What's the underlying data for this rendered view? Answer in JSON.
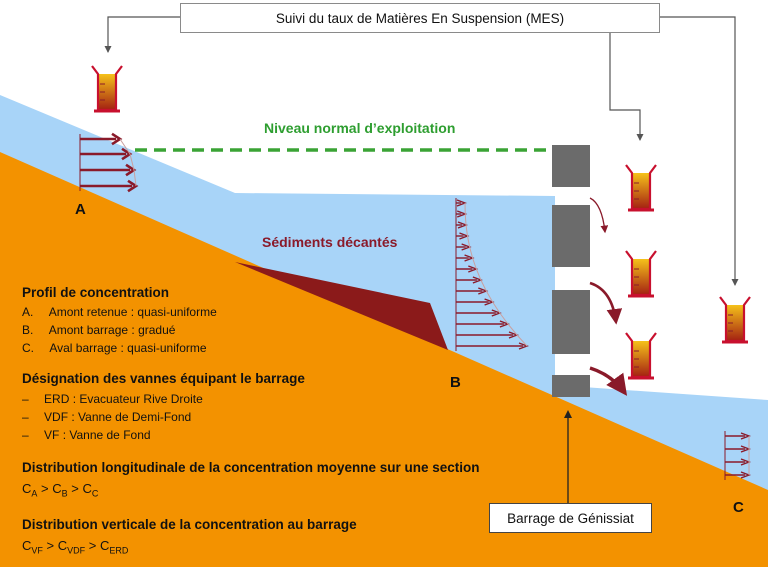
{
  "title": "Suivi du taux de Matières En Suspension (MES)",
  "niveau_label": "Niveau normal d’exploitation",
  "sediments_label": "Sédiments décantés",
  "points": {
    "a": "A",
    "b": "B",
    "c": "C"
  },
  "gates": {
    "erd": "ERD",
    "vdf": "VDF",
    "vf": "VF"
  },
  "barrage_label": "Barrage de Génissiat",
  "legend": {
    "profil": {
      "heading": "Profil de concentration",
      "items": [
        {
          "marker": "A.",
          "text": "Amont retenue : quasi-uniforme"
        },
        {
          "marker": "B.",
          "text": "Amont barrage : gradué"
        },
        {
          "marker": "C.",
          "text": "Aval barrage : quasi-uniforme"
        }
      ]
    },
    "vannes": {
      "heading": "Désignation des vannes équipant le barrage",
      "items": [
        {
          "marker": "–",
          "text": "ERD : Evacuateur Rive Droite"
        },
        {
          "marker": "–",
          "text": "VDF : Vanne de Demi-Fond"
        },
        {
          "marker": "–",
          "text": "VF : Vanne de Fond"
        }
      ]
    },
    "longitudinale": {
      "heading": "Distribution longitudinale de la concentration moyenne sur une section",
      "formula": {
        "c": "C",
        "s1": "A",
        "s2": "B",
        "s3": "C",
        "op": ">"
      }
    },
    "verticale": {
      "heading": "Distribution verticale de la concentration au barrage",
      "formula": {
        "c": "C",
        "s1": "VF",
        "s2": "VDF",
        "s3": "ERD",
        "op": ">"
      }
    }
  },
  "colors": {
    "water": "#a8d4f8",
    "ground": "#f39200",
    "sediment": "#8b1a1a",
    "arrow": "#8a1a2a",
    "dam": "#6b6b6b",
    "level_line": "#3aa335"
  },
  "icons": [
    "sample-beaker-icon",
    "flow-arrow-icon",
    "pointer-arrow-icon"
  ]
}
